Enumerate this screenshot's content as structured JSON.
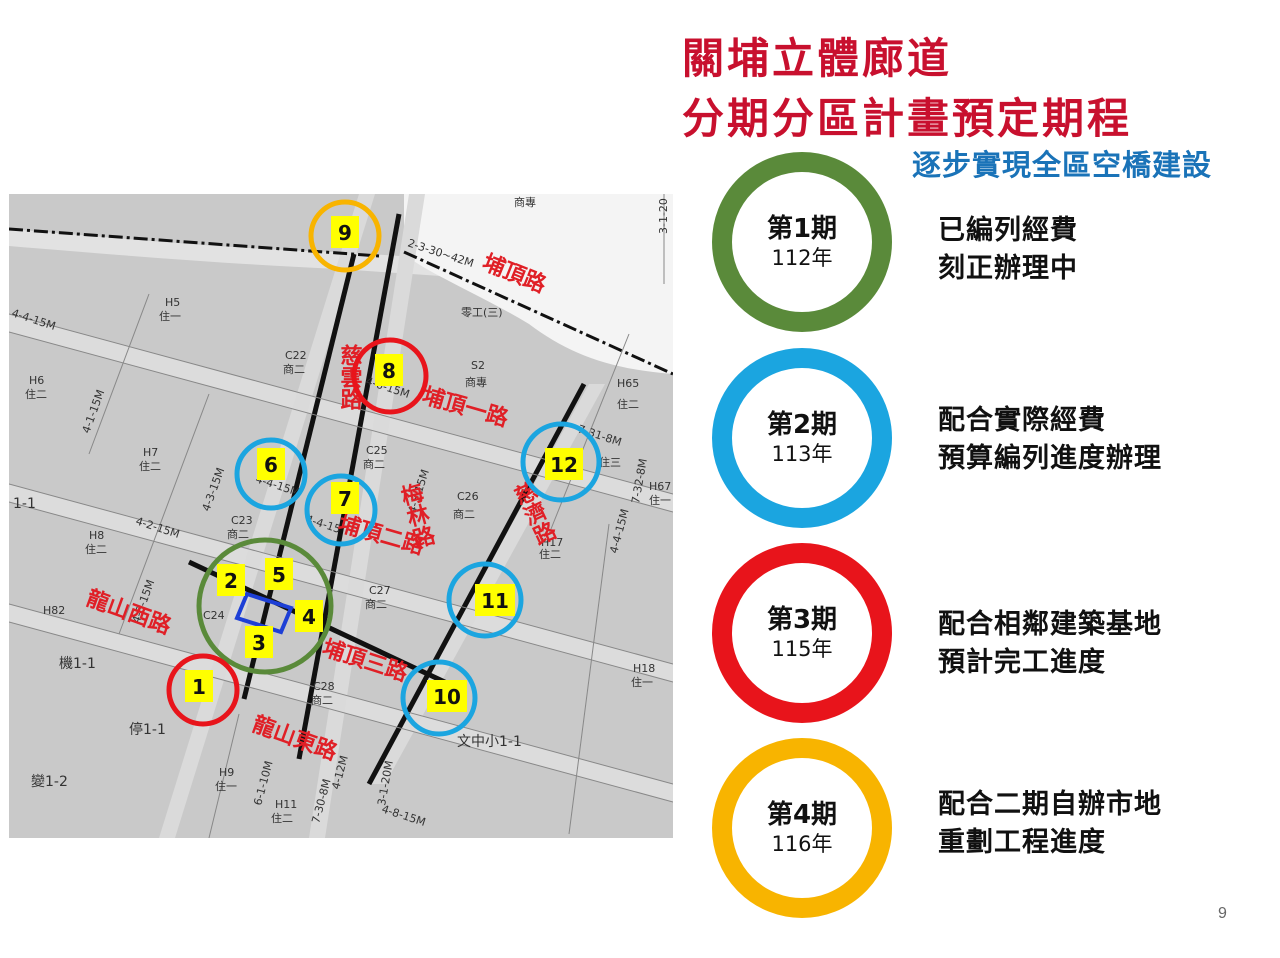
{
  "title": {
    "line1": "關埔立體廊道",
    "line2": "分期分區計畫預定期程",
    "subtitle": "逐步實現全區空橋建設"
  },
  "colors": {
    "title": "#c8102e",
    "subtitle": "#1a73b8",
    "phase1": "#5a8a3a",
    "phase2": "#1ba5e0",
    "phase3": "#e8141b",
    "phase4": "#f8b400",
    "marker_fill": "#ffff00",
    "road_label": "#e01f26"
  },
  "phases": [
    {
      "name": "第1期",
      "year": "112年",
      "desc1": "已編列經費",
      "desc2": "刻正辦理中"
    },
    {
      "name": "第2期",
      "year": "113年",
      "desc1": "配合實際經費",
      "desc2": "預算編列進度辦理"
    },
    {
      "name": "第3期",
      "year": "115年",
      "desc1": "配合相鄰建築基地",
      "desc2": "預計完工進度"
    },
    {
      "name": "第4期",
      "year": "116年",
      "desc1": "配合二期自辦市地",
      "desc2": "重劃工程進度"
    }
  ],
  "map": {
    "roads": {
      "puding": "埔頂路",
      "puding1": "埔頂一路",
      "puding2": "埔頂二路",
      "puding3": "埔頂三路",
      "cixiong": "慈雲路",
      "cijih": "慈濟路",
      "meiyuan": "梅林路",
      "longshan_w": "龍山西路",
      "longshan_e": "龍山東路"
    },
    "zones": {
      "shang_zhuan": "商專",
      "ling_gong": "零工(三)",
      "s2": "S2",
      "s2b": "商專",
      "h5": "H5",
      "h5b": "住一",
      "c22": "C22",
      "c22b": "商二",
      "h6": "H6",
      "h6b": "住二",
      "h7": "H7",
      "h7b": "住二",
      "c25": "C25",
      "c25b": "商二",
      "h65": "H65",
      "h65b": "住二",
      "c26": "C26",
      "c26b": "商二",
      "h67": "H67",
      "c23": "C23",
      "c23b": "商二",
      "h8": "H8",
      "h8b": "住二",
      "h17": "H17",
      "h17b": "住二",
      "c27": "C27",
      "c27b": "商二",
      "c24": "C24",
      "h82": "H82",
      "ji": "機1-1",
      "c28": "C28",
      "c28b": "商二",
      "ting": "停1-1",
      "wen": "文中小1-1",
      "h18": "H18",
      "h18b": "住一",
      "bian": "變1-2",
      "h9": "H9",
      "h9b": "住一",
      "h11": "H11",
      "h11b": "住二",
      "one": "1-1",
      "zhu3": "住三",
      "zhu_u": "住一"
    },
    "road_widths": {
      "r1": "2-3-30~42M",
      "r2": "4-4-15M",
      "r3": "4-1-15M",
      "r4": "4-3-15M",
      "r5": "4-2-15M",
      "r6": "4-3-15M",
      "r7": "4-4-15M",
      "r8": "4-5-15M",
      "r9": "4-6-15M",
      "r10": "7-31-8M",
      "r11": "7-32-8M",
      "r12": "4-4-15M",
      "r13": "3-1-20",
      "r14": "3-1-20M",
      "r15": "4-8-15M",
      "r16": "7-30-8M",
      "r17": "6-1-10M",
      "r18": "4-12M",
      "r19": "4-4-15"
    },
    "markers": [
      {
        "num": "1",
        "ring": "#e8141b"
      },
      {
        "num": "2",
        "ring": "#5a8a3a"
      },
      {
        "num": "3",
        "ring": "#5a8a3a"
      },
      {
        "num": "4",
        "ring": "#5a8a3a"
      },
      {
        "num": "5",
        "ring": "#5a8a3a"
      },
      {
        "num": "6",
        "ring": "#1ba5e0"
      },
      {
        "num": "7",
        "ring": "#1ba5e0"
      },
      {
        "num": "8",
        "ring": "#e8141b"
      },
      {
        "num": "9",
        "ring": "#f8b400"
      },
      {
        "num": "10",
        "ring": "#1ba5e0"
      },
      {
        "num": "11",
        "ring": "#1ba5e0"
      },
      {
        "num": "12",
        "ring": "#1ba5e0"
      }
    ]
  },
  "page_number": "9"
}
